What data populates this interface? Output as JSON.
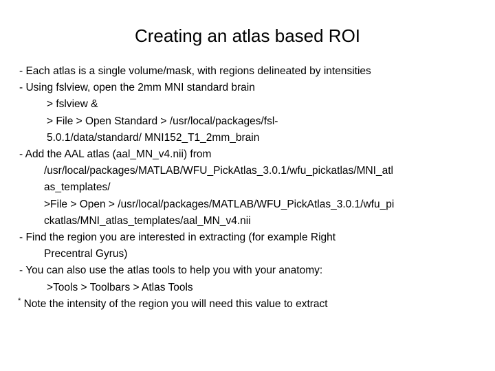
{
  "slide": {
    "title": "Creating an atlas based ROI",
    "background_color": "#ffffff",
    "text_color": "#000000",
    "lines": [
      {
        "text": "- Each atlas is a single volume/mask, with regions delineated by intensities",
        "indent": 0
      },
      {
        "text": "- Using fslview, open the 2mm MNI standard brain",
        "indent": 0
      },
      {
        "text": "> fslview &",
        "indent": 1
      },
      {
        "text": "> File > Open Standard > /usr/local/packages/fsl-",
        "indent": 1
      },
      {
        "text": "5.0.1/data/standard/ MNI152_T1_2mm_brain",
        "indent": 1
      },
      {
        "text": "- Add the AAL atlas (aal_MN_v4.nii) from",
        "indent": 0
      },
      {
        "text": "/usr/local/packages/MATLAB/WFU_PickAtlas_3.0.1/wfu_pickatlas/MNI_atl",
        "indent": 2
      },
      {
        "text": "as_templates/",
        "indent": 2
      },
      {
        "text": ">File > Open > /usr/local/packages/MATLAB/WFU_PickAtlas_3.0.1/wfu_pi",
        "indent": 2
      },
      {
        "text": "ckatlas/MNI_atlas_templates/aal_MN_v4.nii",
        "indent": 2
      },
      {
        "text": "- Find the region you are interested in extracting (for example Right",
        "indent": 0
      },
      {
        "text": "Precentral Gyrus)",
        "indent": 2
      },
      {
        "text": "- You can also use the atlas tools to help you with your anatomy:",
        "indent": 0
      },
      {
        "text": ">Tools > Toolbars > Atlas Tools",
        "indent": 1
      },
      {
        "text": "* Note the intensity of the region you will need this value to extract",
        "indent": 3
      }
    ],
    "note_marker": "*",
    "note_text": " Note the intensity of the region you will need this value to extract"
  }
}
